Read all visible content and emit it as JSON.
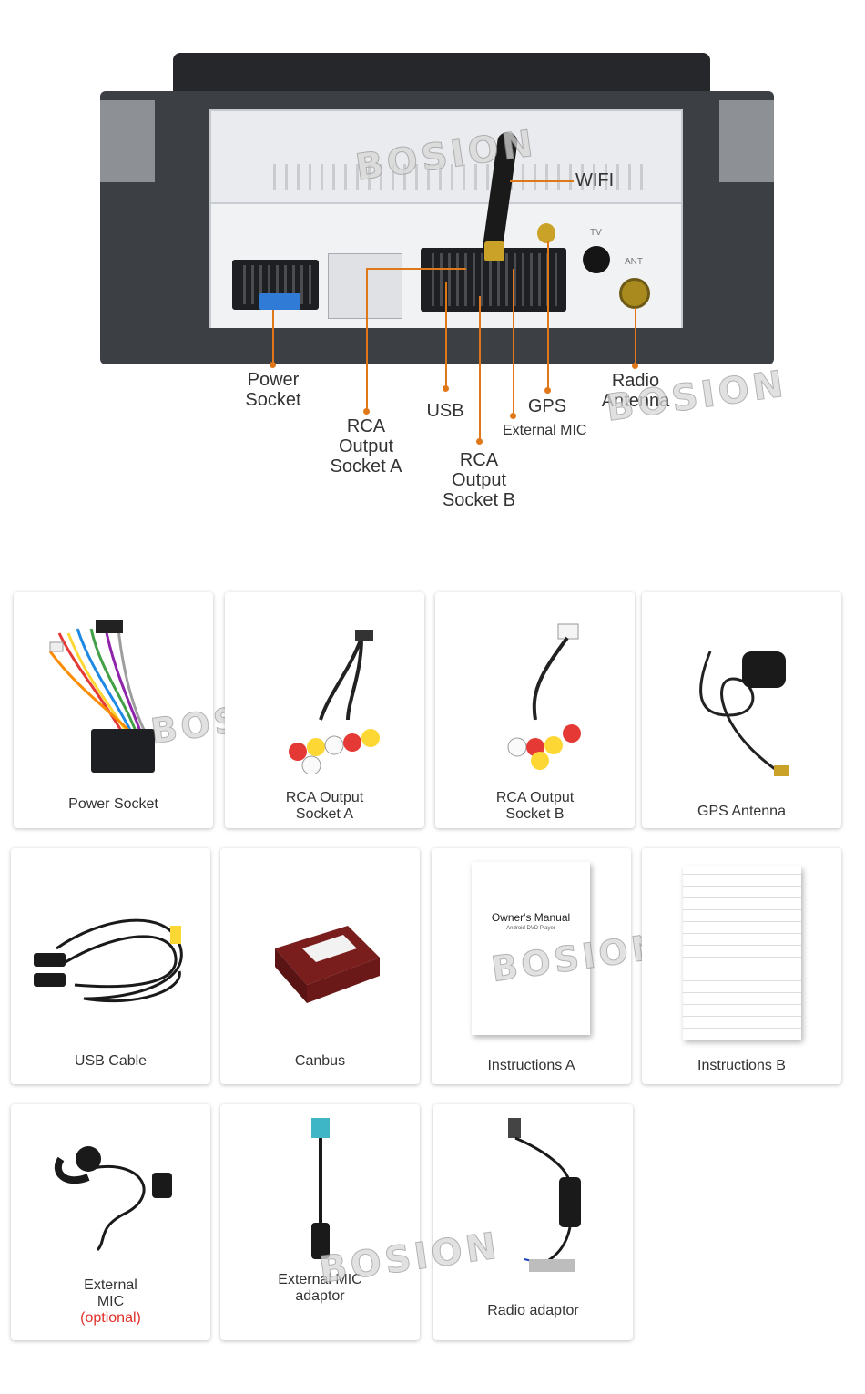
{
  "diagram": {
    "wifi_label": "WIFI",
    "watermark": "BOSION",
    "panel_labels": {
      "tv": "TV",
      "ant": "ANT"
    },
    "callouts": {
      "power_socket": "Power\nSocket",
      "rca_a": "RCA\nOutput\nSocket A",
      "usb": "USB",
      "rca_b": "RCA\nOutput\nSocket B",
      "gps": "GPS",
      "external_mic": "External MIC",
      "radio_antenna": "Radio\nAntenna"
    }
  },
  "accessories": [
    {
      "label": "Power Socket"
    },
    {
      "label": "RCA Output\nSocket A"
    },
    {
      "label": "RCA Output\nSocket B"
    },
    {
      "label": "GPS Antenna"
    },
    {
      "label": "USB Cable"
    },
    {
      "label": "Canbus"
    },
    {
      "label": "Instructions A",
      "manual_title": "Owner's Manual",
      "manual_subtitle": "Android DVD Player"
    },
    {
      "label": "Instructions B"
    },
    {
      "label": "External\nMIC",
      "note": "(optional)"
    },
    {
      "label": "External MIC\nadaptor"
    },
    {
      "label": "Radio adaptor"
    }
  ],
  "colors": {
    "callout_line": "#e0781a",
    "optional_text": "#e0302a",
    "clip_blue": "#2f7bd6"
  }
}
